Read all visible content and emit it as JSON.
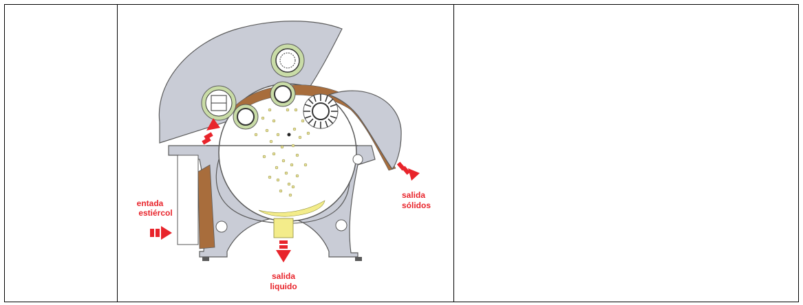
{
  "table": {
    "cells": [
      "",
      "diagram",
      ""
    ]
  },
  "diagram": {
    "labels": {
      "input_line1": "entada",
      "input_line2": "estiércol",
      "solids_line1": "salida",
      "solids_line2": "sólidos",
      "liquid_line1": "salida",
      "liquid_line2": "liquido"
    },
    "colors": {
      "body": "#c9ccd6",
      "outline": "#5a5a5a",
      "arrow": "#e8242b",
      "brown": "#a86d3c",
      "liquid": "#f3ec8a",
      "roller_ring": "#c9dca7"
    }
  }
}
